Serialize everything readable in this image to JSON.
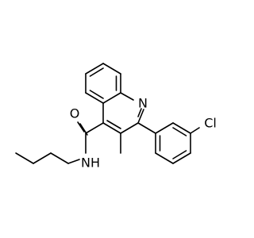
{
  "molecule": {
    "atom_labels": {
      "ring_nitrogen": "N",
      "carbonyl_oxygen": "O",
      "amide_nh": "NH",
      "chlorine": "Cl"
    }
  }
}
